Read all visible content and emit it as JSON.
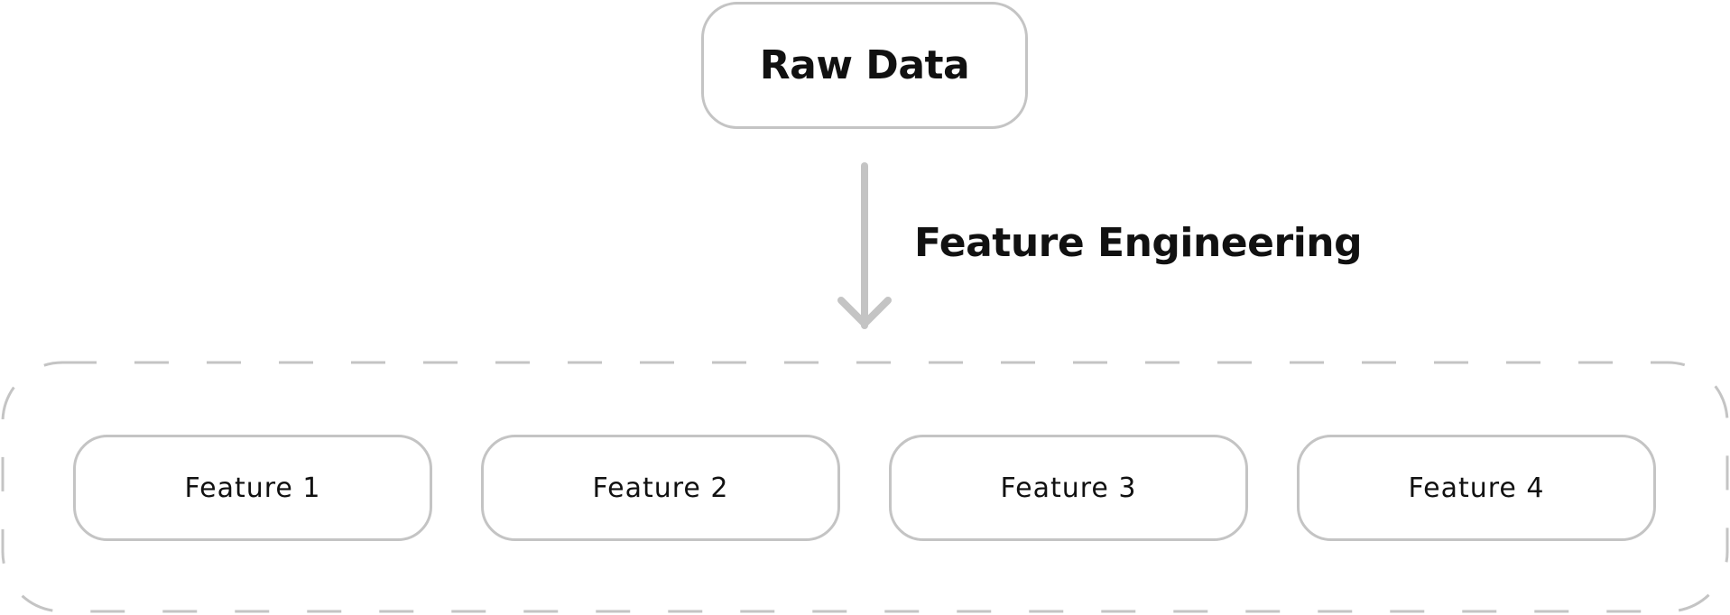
{
  "diagram": {
    "source_node": {
      "label": "Raw Data"
    },
    "edge": {
      "label": "Feature Engineering"
    },
    "feature_nodes": [
      {
        "label": "Feature 1"
      },
      {
        "label": "Feature 2"
      },
      {
        "label": "Feature 3"
      },
      {
        "label": "Feature 4"
      }
    ]
  },
  "colors": {
    "stroke": "#c4c4c4",
    "text": "#111111",
    "background": "#ffffff"
  }
}
